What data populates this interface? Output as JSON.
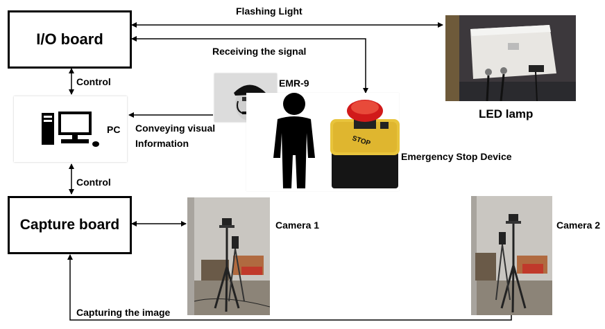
{
  "boxes": {
    "io_board": "I/O board",
    "capture_board": "Capture board",
    "pc": "PC"
  },
  "labels": {
    "flashing_light": "Flashing Light",
    "receiving_signal": "Receiving the signal",
    "control_top": "Control",
    "control_bottom": "Control",
    "emr9": "EMR-9",
    "conveying_line1": "Conveying visual",
    "conveying_line2": "Information",
    "led_lamp": "LED lamp",
    "emergency_stop": "Emergency Stop Device",
    "camera1": "Camera 1",
    "camera2": "Camera 2",
    "capturing": "Capturing the image",
    "stop_text": "STOP"
  },
  "colors": {
    "line": "#000000",
    "button_red": "#d11a1a",
    "housing_yellow": "#e8c43c",
    "person": "#000000"
  },
  "icons": {
    "pc": "desktop-computer-icon",
    "person": "person-icon",
    "emr9": "eye-tracker-headset-icon",
    "led": "led-lamp-icon",
    "stop": "emergency-stop-button-icon",
    "camera": "camera-tripod-icon"
  }
}
